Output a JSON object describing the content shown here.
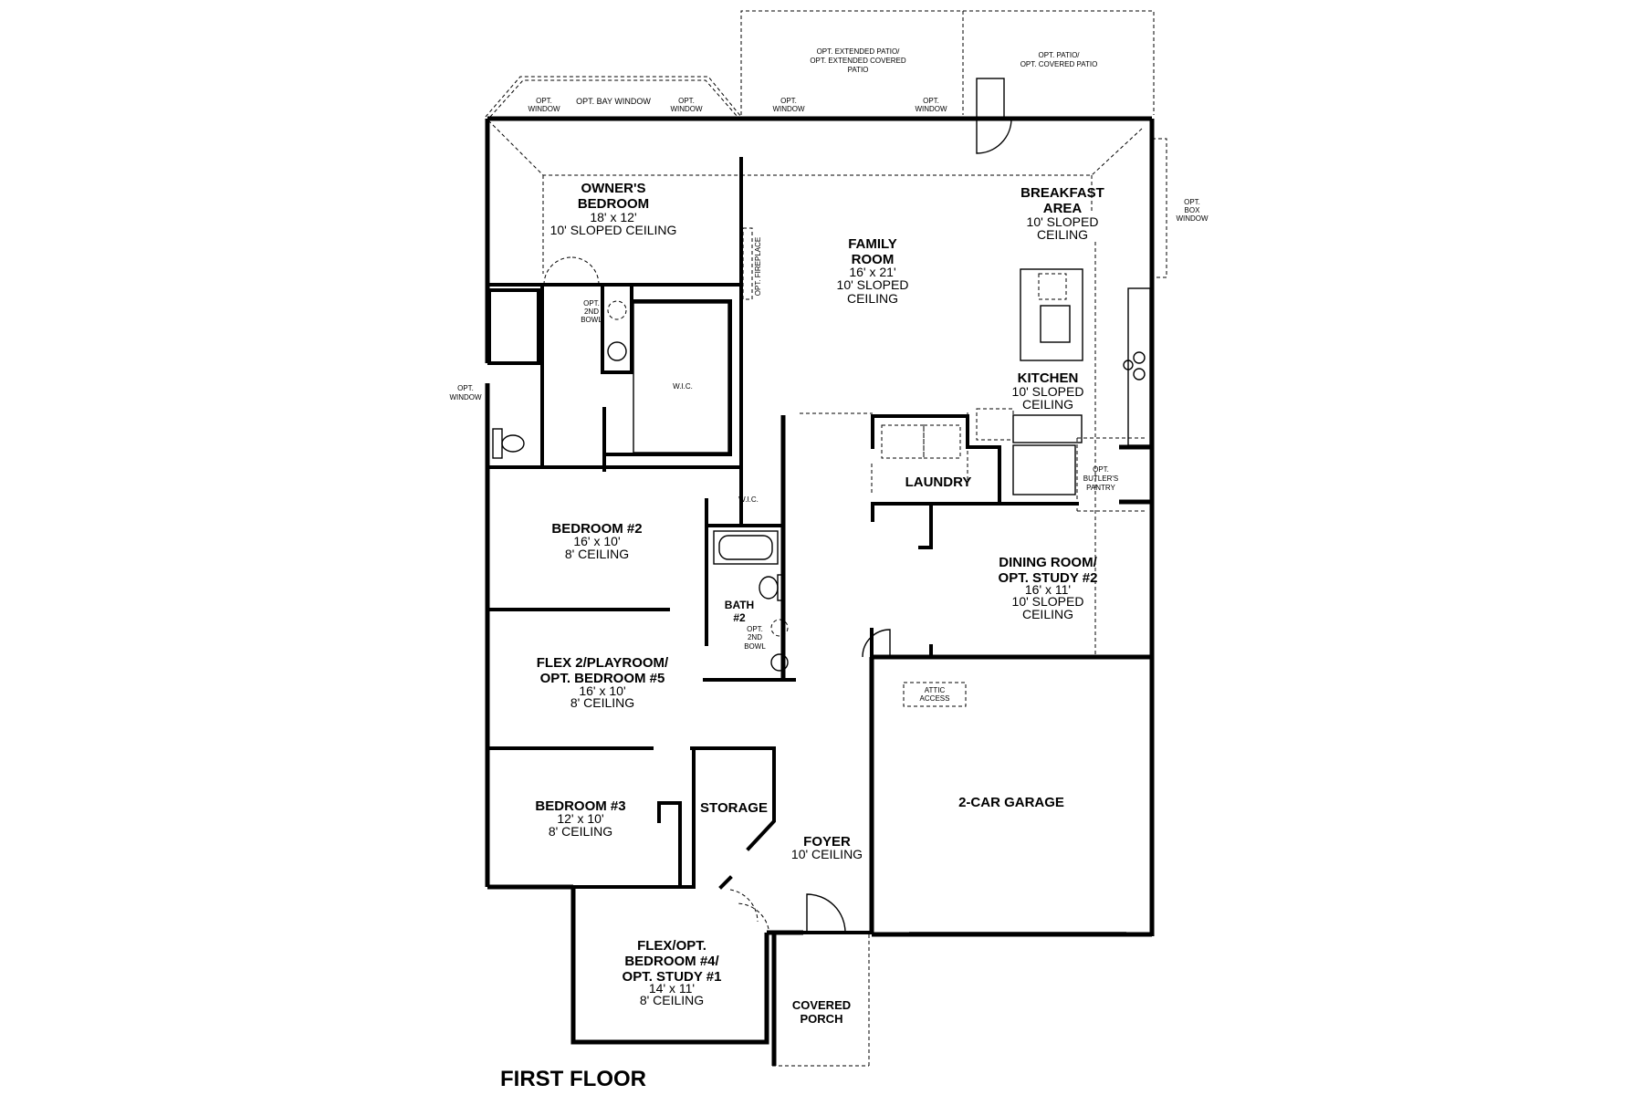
{
  "title": "FIRST FLOOR",
  "rooms": {
    "owners_bedroom": {
      "name": [
        "OWNER'S",
        "BEDROOM"
      ],
      "dims": "18' x 12'",
      "ceiling": "10' SLOPED CEILING"
    },
    "family_room": {
      "name": [
        "FAMILY",
        "ROOM"
      ],
      "dims": "16' x 21'",
      "ceiling": [
        "10' SLOPED",
        "CEILING"
      ]
    },
    "breakfast_area": {
      "name": [
        "BREAKFAST",
        "AREA"
      ],
      "ceiling": [
        "10' SLOPED",
        "CEILING"
      ]
    },
    "kitchen": {
      "name": "KITCHEN",
      "ceiling": [
        "10' SLOPED",
        "CEILING"
      ]
    },
    "laundry": {
      "name": "LAUNDRY"
    },
    "dining_room": {
      "name": [
        "DINING ROOM/",
        "OPT. STUDY #2"
      ],
      "dims": "16' x 11'",
      "ceiling": [
        "10' SLOPED",
        "CEILING"
      ]
    },
    "bedroom2": {
      "name": "BEDROOM #2",
      "dims": "16' x 10'",
      "ceiling": "8' CEILING"
    },
    "bath2": {
      "name": [
        "BATH",
        "#2"
      ]
    },
    "flex2": {
      "name": [
        "FLEX 2/PLAYROOM/",
        "OPT. BEDROOM #5"
      ],
      "dims": "16' x 10'",
      "ceiling": "8' CEILING"
    },
    "bedroom3": {
      "name": "BEDROOM #3",
      "dims": "12' x 10'",
      "ceiling": "8' CEILING"
    },
    "storage": {
      "name": "STORAGE"
    },
    "foyer": {
      "name": "FOYER",
      "ceiling": "10' CEILING"
    },
    "garage": {
      "name": "2-CAR GARAGE"
    },
    "flex": {
      "name": [
        "FLEX/OPT.",
        "BEDROOM #4/",
        "OPT. STUDY #1"
      ],
      "dims": "14' x 11'",
      "ceiling": "8' CEILING"
    },
    "covered_porch": {
      "name": [
        "COVERED",
        "PORCH"
      ]
    }
  },
  "notes": {
    "opt_window_bay_left": [
      "OPT.",
      "WINDOW"
    ],
    "opt_bay_window": "OPT. BAY WINDOW",
    "opt_window_bay_right": [
      "OPT.",
      "WINDOW"
    ],
    "opt_extended_patio": [
      "OPT. EXTENDED PATIO/",
      "OPT. EXTENDED COVERED",
      "PATIO"
    ],
    "opt_window_patio_left": [
      "OPT.",
      "WINDOW"
    ],
    "opt_window_patio_right": [
      "OPT.",
      "WINDOW"
    ],
    "opt_patio": [
      "OPT. PATIO/",
      "OPT. COVERED PATIO"
    ],
    "opt_box_window": [
      "OPT.",
      "BOX",
      "WINDOW"
    ],
    "opt_fireplace": "OPT. FIREPLACE",
    "opt_2nd_bowl_owner": [
      "OPT.",
      "2ND",
      "BOWL"
    ],
    "wic_owner": "W.I.C.",
    "opt_window_left": [
      "OPT.",
      "WINDOW"
    ],
    "wic_hall": "W.I.C.",
    "opt_2nd_bowl_bath2": [
      "OPT.",
      "2ND",
      "BOWL"
    ],
    "opt_butlers_pantry": [
      "OPT.",
      "BUTLER'S",
      "PANTRY"
    ],
    "attic_access": [
      "ATTIC",
      "ACCESS"
    ]
  }
}
